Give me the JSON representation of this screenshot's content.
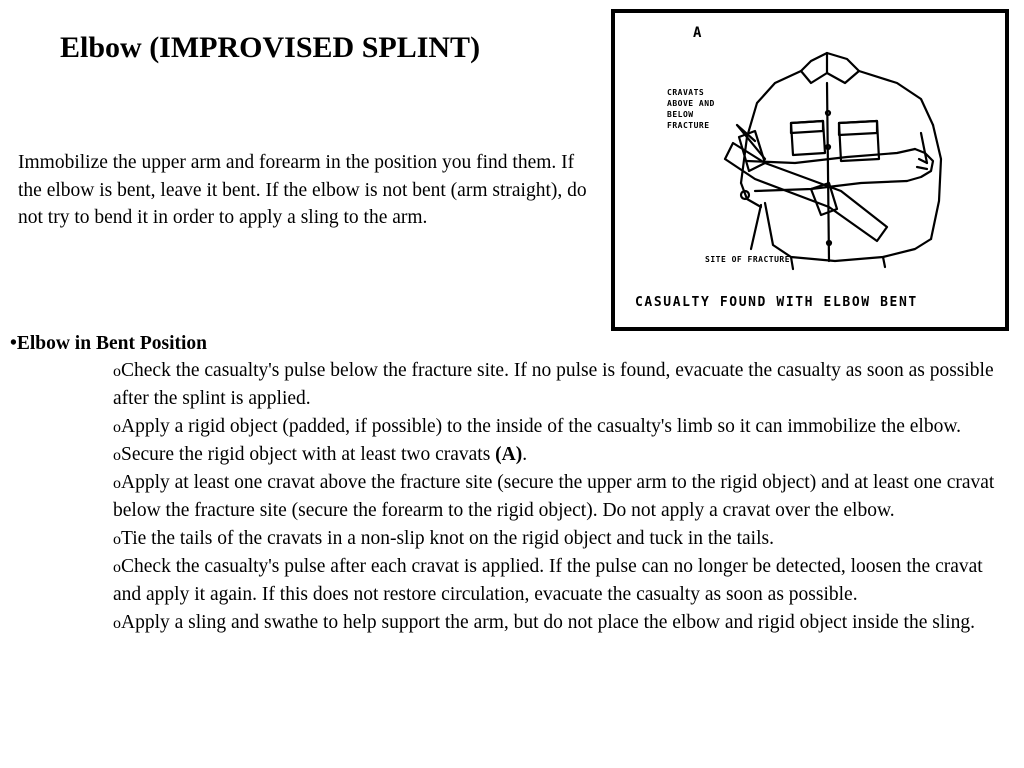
{
  "title": "Elbow (IMPROVISED SPLINT)",
  "intro": "Immobilize the upper arm and forearm in the position you find them. If the elbow is bent, leave it bent. If the elbow is not bent (arm straight), do not try to bend it in order to apply a sling to the arm.",
  "figure": {
    "letter": "A",
    "label_cravats": [
      "CRAVATS",
      "ABOVE AND",
      "BELOW",
      "FRACTURE"
    ],
    "label_site": "SITE OF FRACTURE",
    "caption": "CASUALTY FOUND WITH ELBOW BENT"
  },
  "section": {
    "bullet": "•",
    "heading": "Elbow in Bent Position",
    "marker": "o",
    "steps": [
      "Check the casualty's pulse below the fracture site. If no pulse is found, evacuate the casualty as soon as possible after the splint is applied.",
      "Apply a rigid object (padded, if possible) to the inside of the casualty's limb so it can immobilize the elbow.",
      {
        "before": "Secure the rigid object with at least two cravats ",
        "strong": "(A)",
        "after": "."
      },
      "Apply at least one cravat above the fracture site (secure the upper arm to the rigid object) and at least one cravat below the fracture site (secure the forearm to the rigid object). Do not apply a cravat over the elbow.",
      "Tie the tails of the cravats in a non-slip knot on the rigid object and tuck in the tails.",
      "Check the casualty's pulse after each cravat is applied. If the pulse can no longer be detected, loosen the cravat and apply it again. If this does not restore circulation, evacuate the casualty as soon as possible.",
      "Apply a sling and swathe to help support the arm, but do not place the elbow and rigid object inside the sling."
    ]
  }
}
